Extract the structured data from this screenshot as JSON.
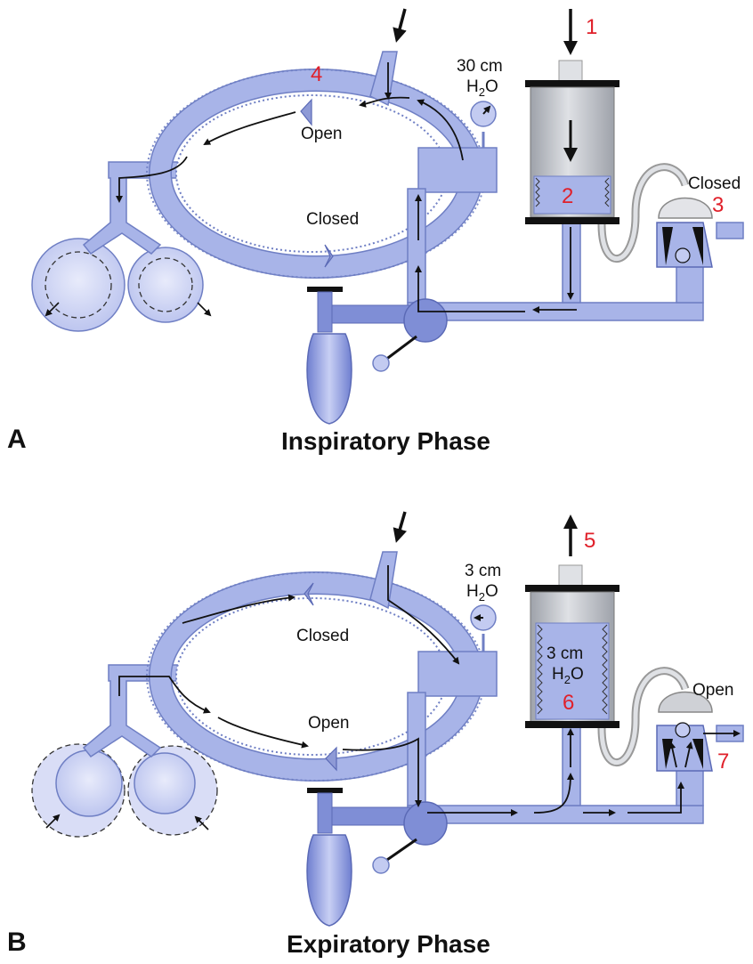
{
  "panels": [
    {
      "letter": "A",
      "title": "Inspiratory Phase",
      "pressure_value": "30 cm",
      "pressure_unit_h": "H",
      "pressure_unit_sub": "2",
      "pressure_unit_o": "O",
      "upper_valve_label": "Open",
      "lower_valve_label": "Closed",
      "exhalation_valve_label": "Closed",
      "markers": [
        "1",
        "2",
        "3",
        "4"
      ]
    },
    {
      "letter": "B",
      "title": "Expiratory Phase",
      "pressure_value": "3 cm",
      "pressure_unit_h": "H",
      "pressure_unit_sub": "2",
      "pressure_unit_o": "O",
      "upper_valve_label": "Closed",
      "lower_valve_label": "Open",
      "exhalation_valve_label": "Open",
      "bellows_value": "3 cm",
      "bellows_unit_h": "H",
      "bellows_unit_sub": "2",
      "bellows_unit_o": "O",
      "markers": [
        "5",
        "6",
        "7"
      ]
    }
  ],
  "colors": {
    "tube_fill": "#a8b4e8",
    "tube_stroke": "#6f7fc4",
    "lung_fill": "#c9d0f3",
    "cylinder": "#b9bcc4",
    "marker_red": "#e0202a"
  }
}
